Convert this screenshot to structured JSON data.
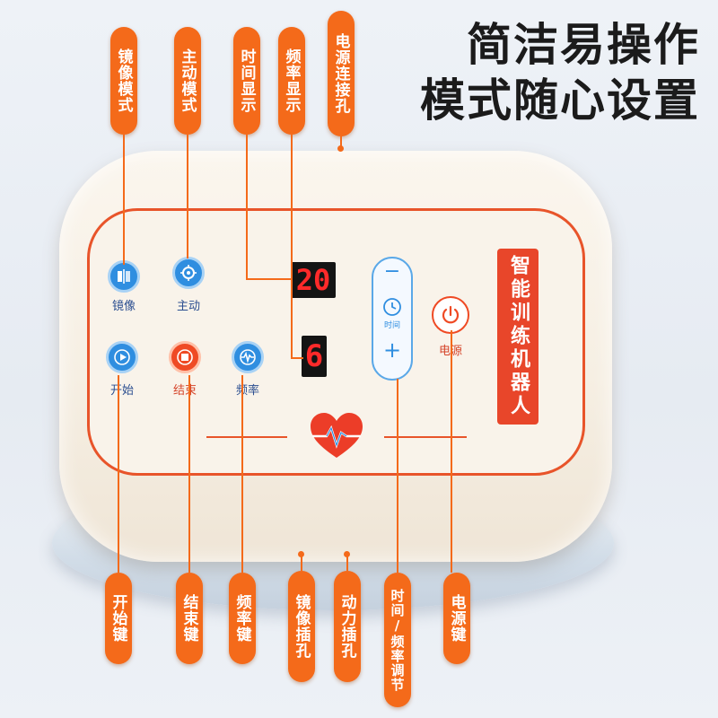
{
  "headline": {
    "line1": "简洁易操作",
    "line2": "模式随心设置"
  },
  "top_tags": {
    "mirror_mode": "镜像模式",
    "active_mode": "主动模式",
    "time_display": "时间显示",
    "freq_display": "频率显示",
    "power_port": "电源连接孔"
  },
  "bottom_tags": {
    "start_key": "开始键",
    "end_key": "结束键",
    "freq_key": "频率键",
    "mirror_port": "镜像插孔",
    "power_port": "动力插孔",
    "time_freq_adjust": "时间/频率调节",
    "power_key": "电源键"
  },
  "panel": {
    "mirror_label": "镜像",
    "active_label": "主动",
    "start_label": "开始",
    "end_label": "结束",
    "freq_label": "频率",
    "time_display_value": "20",
    "freq_display_value": "6",
    "minus": "−",
    "plus": "+",
    "clock_label": "时间",
    "power_label": "电源",
    "brand": "智能训练机器人"
  },
  "colors": {
    "accent": "#f46a1a",
    "panel_border": "#e8542a",
    "button_blue": "#2f8ee0",
    "button_red": "#ef4a24"
  }
}
